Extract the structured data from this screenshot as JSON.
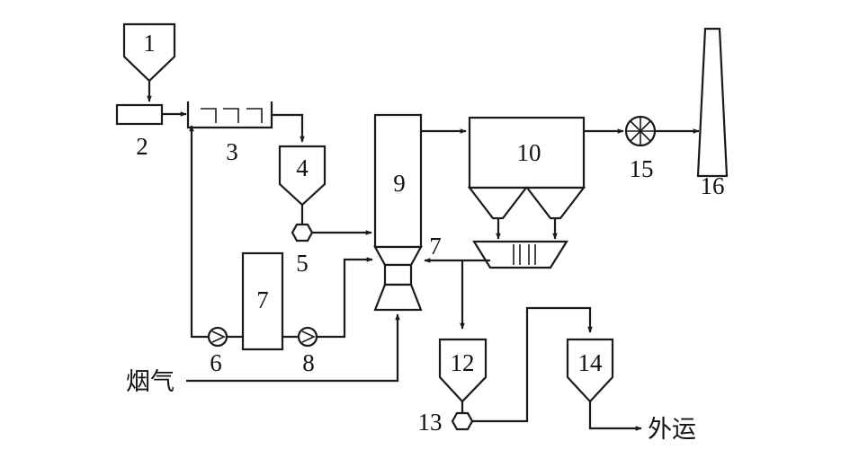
{
  "labels": {
    "n1": "1",
    "n2": "2",
    "n3": "3",
    "n4": "4",
    "n5": "5",
    "n6": "6",
    "n7a": "7",
    "n7b": "7",
    "n8": "8",
    "n9": "9",
    "n10": "10",
    "n12": "12",
    "n13": "13",
    "n14": "14",
    "n15": "15",
    "n16": "16",
    "flue_gas": "烟气",
    "outbound": "外运"
  },
  "colors": {
    "line": "#1a1a1a",
    "background": "#ffffff"
  }
}
